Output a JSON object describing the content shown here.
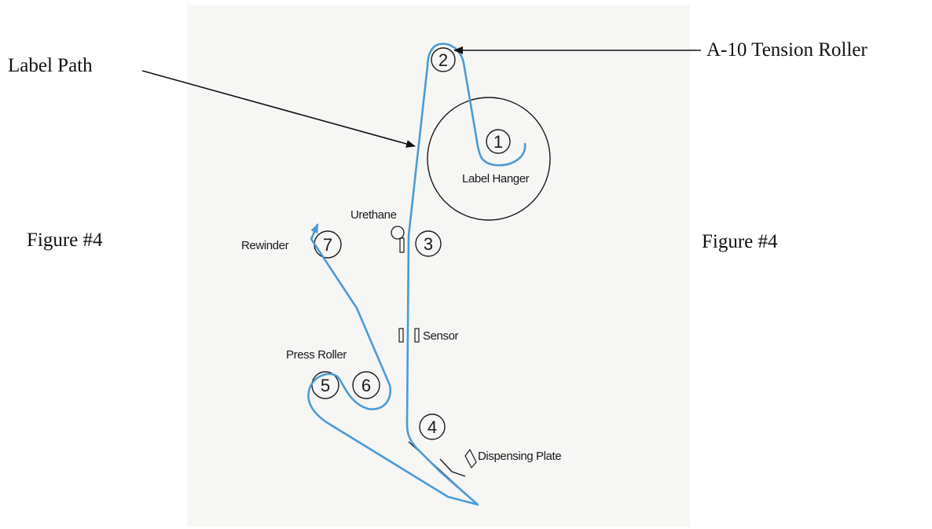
{
  "labels": {
    "label_path": "Label Path",
    "tension_roller": "A-10 Tension Roller",
    "figure_left": "Figure #4",
    "figure_right": "Figure #4",
    "label_hanger": "Label Hanger",
    "urethane": "Urethane",
    "rewinder": "Rewinder",
    "sensor": "Sensor",
    "press_roller": "Press Roller",
    "dispensing_plate": "Dispensing Plate"
  },
  "rollers": {
    "r1": "1",
    "r2": "2",
    "r3": "3",
    "r4": "4",
    "r5": "5",
    "r6": "6",
    "r7": "7"
  },
  "colors": {
    "label_path_line": "#4a9bd6",
    "ink": "#1a1a1a"
  }
}
